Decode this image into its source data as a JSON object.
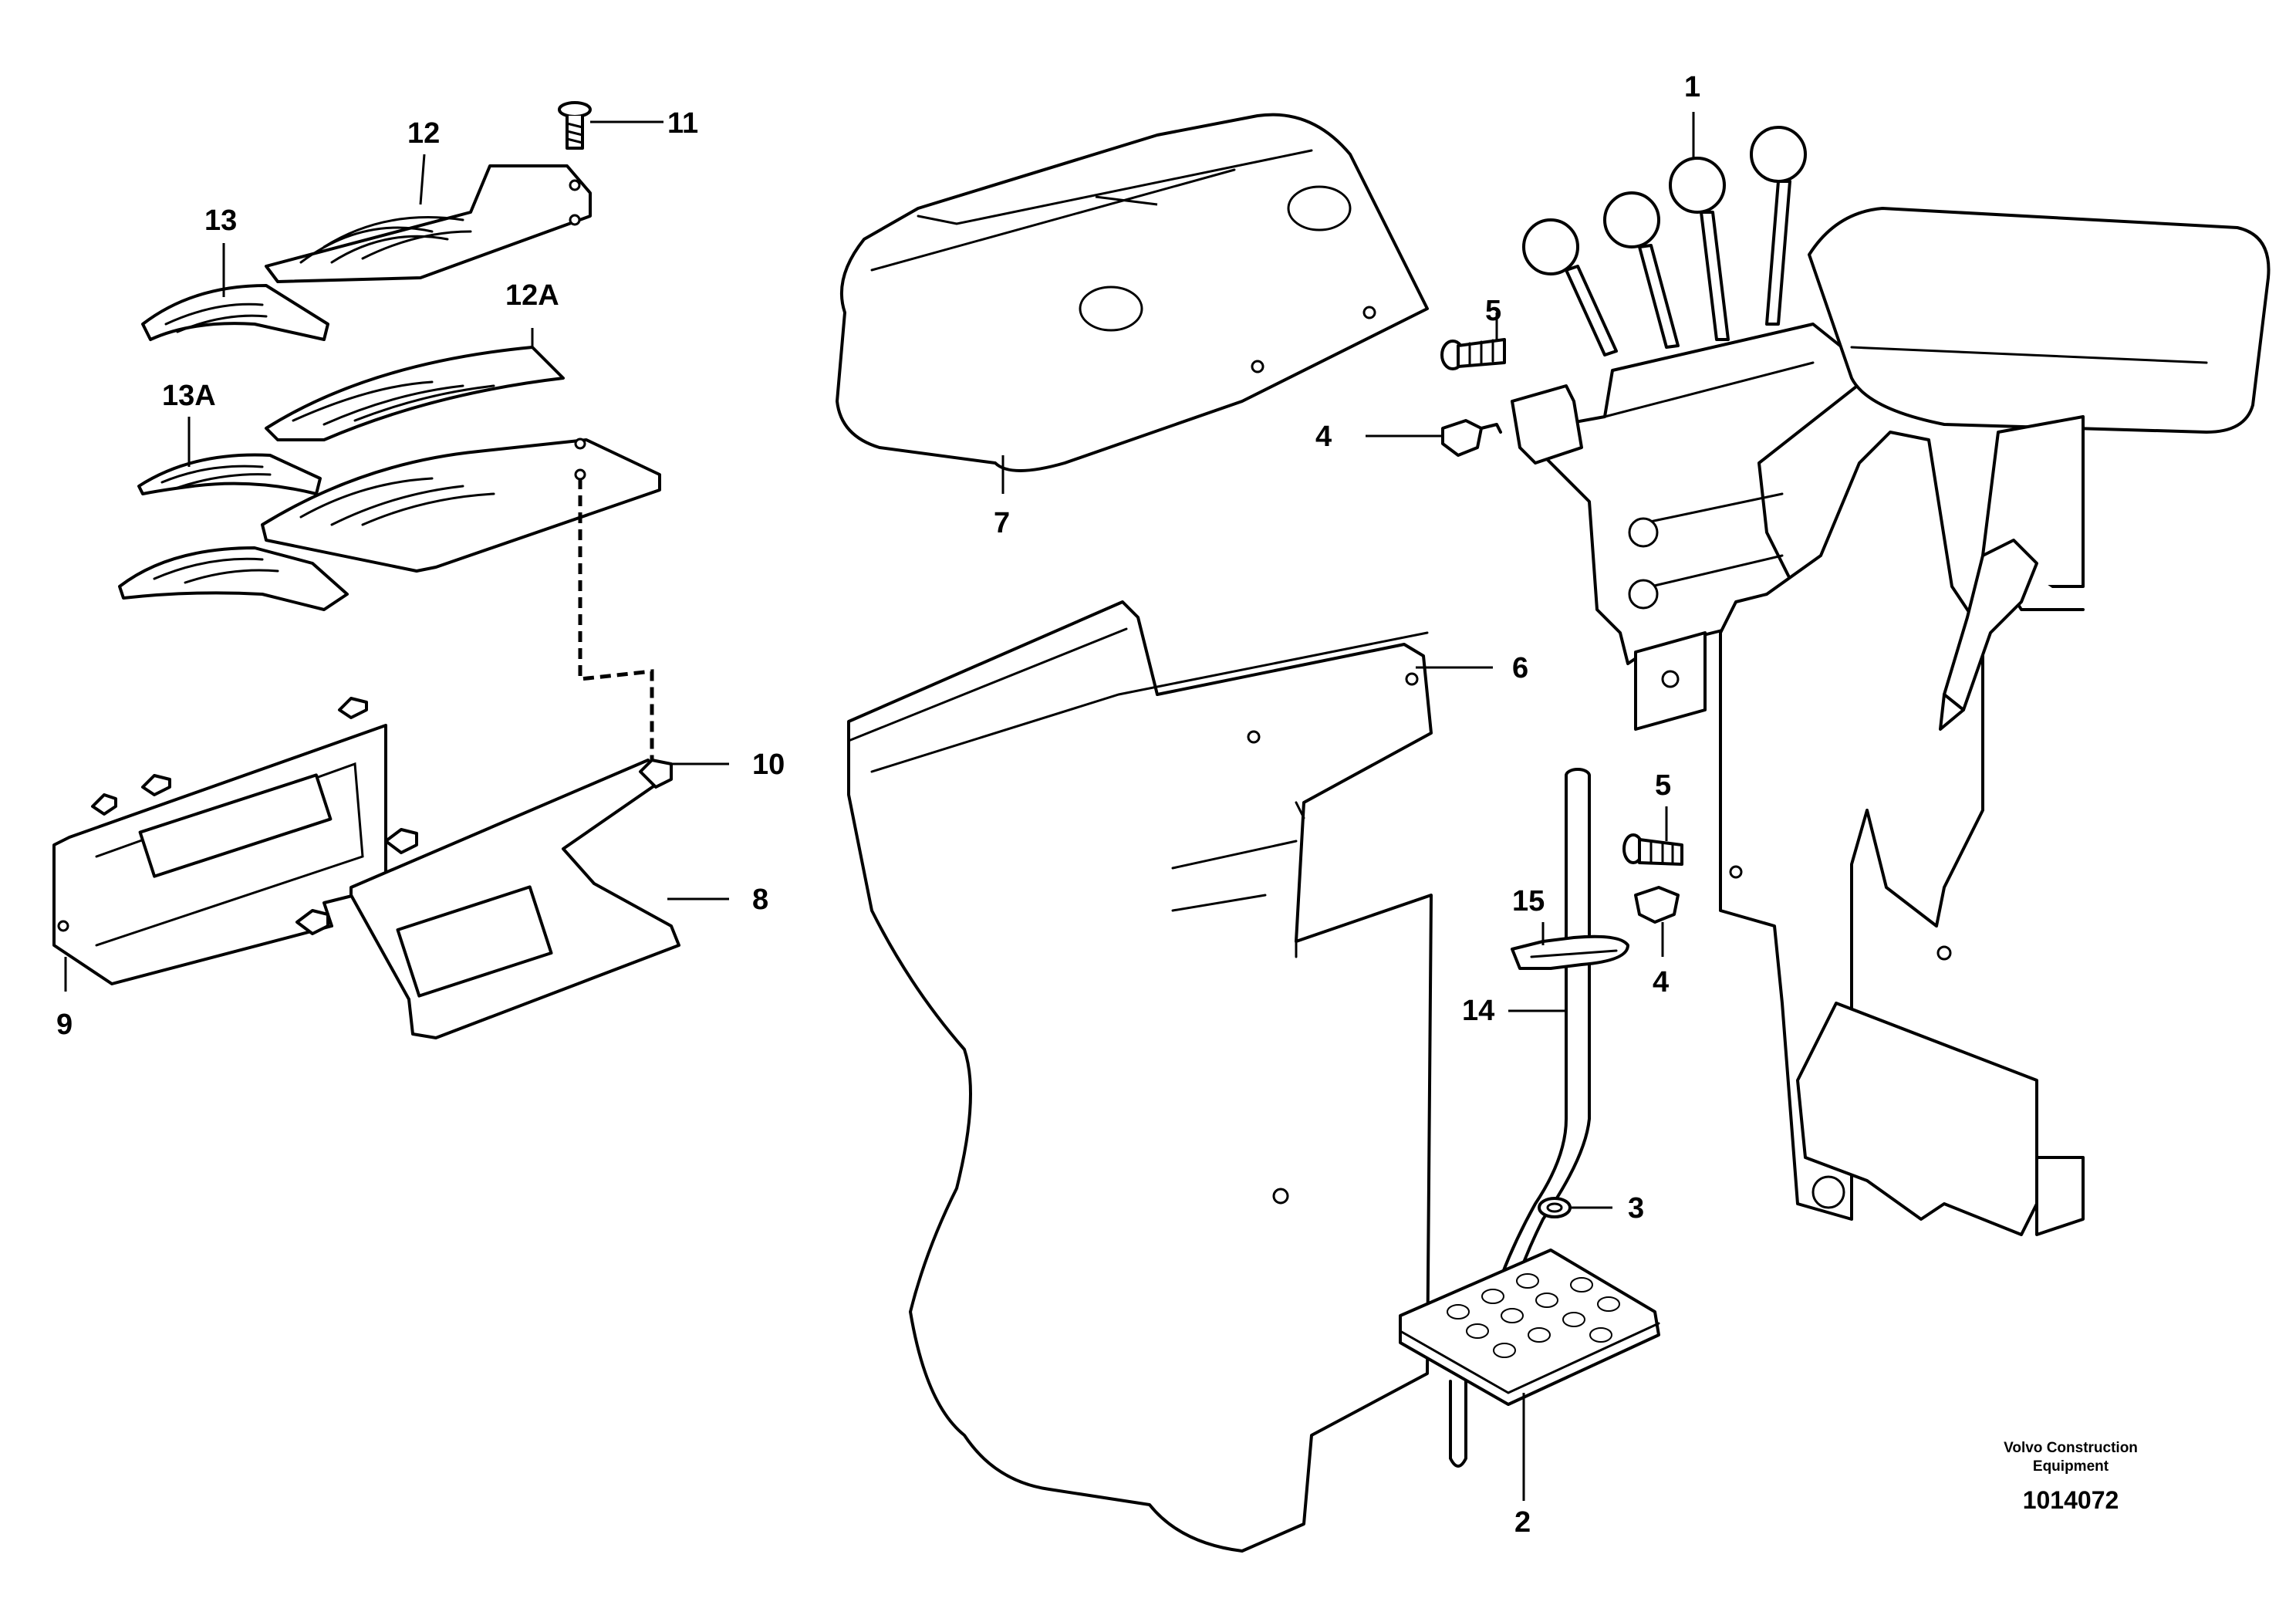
{
  "callouts": {
    "c1": "1",
    "c2": "2",
    "c3": "3",
    "c4a": "4",
    "c4b": "4",
    "c5a": "5",
    "c5b": "5",
    "c6": "6",
    "c7": "7",
    "c8": "8",
    "c9": "9",
    "c10": "10",
    "c11": "11",
    "c12": "12",
    "c12a": "12A",
    "c13": "13",
    "c13a": "13A",
    "c14": "14",
    "c15": "15"
  },
  "brand": {
    "line1": "Volvo Construction",
    "line2": "Equipment"
  },
  "document_number": "1014072",
  "colors": {
    "line": "#000000",
    "background": "#ffffff"
  }
}
